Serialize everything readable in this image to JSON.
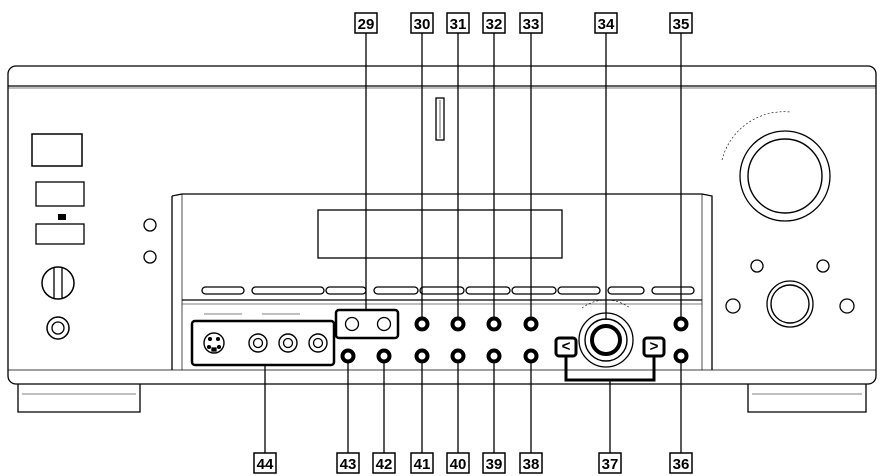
{
  "callouts": {
    "c29": "29",
    "c30": "30",
    "c31": "31",
    "c32": "32",
    "c33": "33",
    "c34": "34",
    "c35": "35",
    "c36": "36",
    "c37": "37",
    "c38": "38",
    "c39": "39",
    "c40": "40",
    "c41": "41",
    "c42": "42",
    "c43": "43",
    "c44": "44"
  },
  "arrows": {
    "left": "<",
    "right": ">"
  },
  "icons": {
    "svideo": "s-video-jack-icon",
    "rca": "rca-jack-icon",
    "knob": "rotary-knob-icon",
    "volume": "volume-dial-icon",
    "power": "power-switch-icon",
    "phones": "headphone-jack-icon"
  },
  "colors": {
    "line": "#000000",
    "face": "#ffffff"
  }
}
